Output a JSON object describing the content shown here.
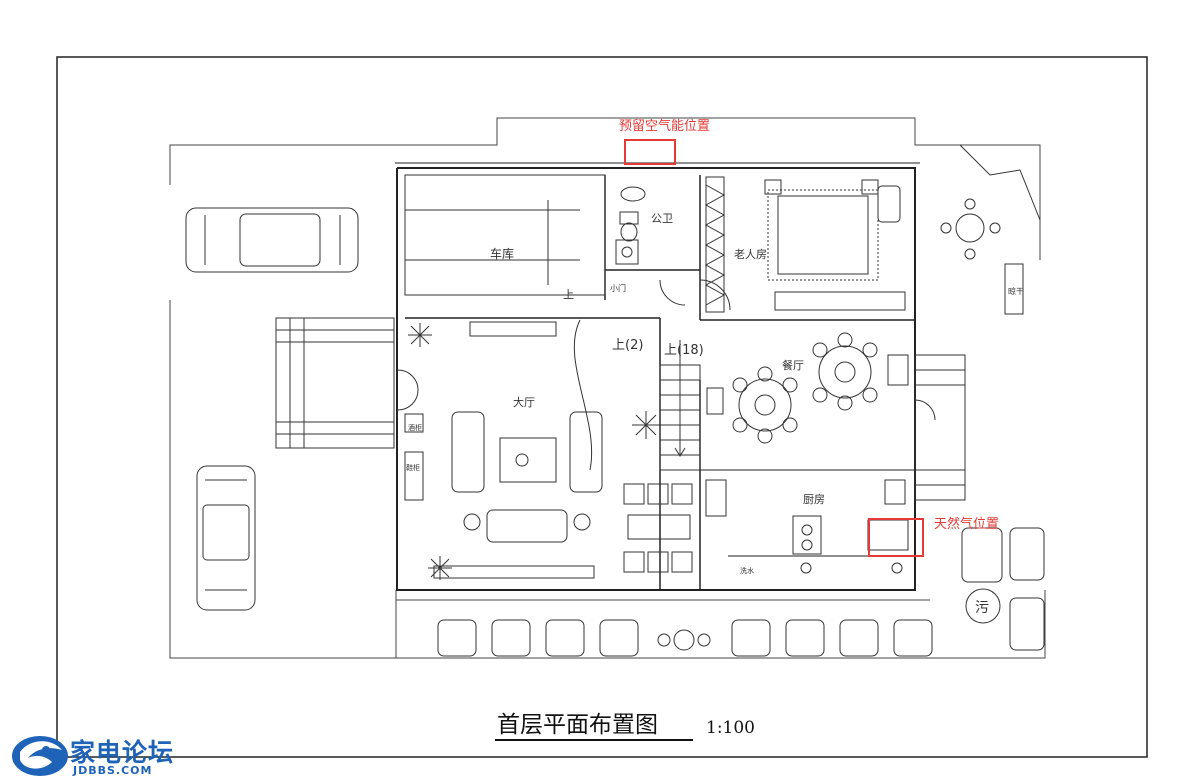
{
  "labels": {
    "garage": "车库",
    "guest_wc": "公卫",
    "elder_room": "老人房",
    "living_room": "大厅",
    "dining": "餐厅",
    "kitchen": "厨房",
    "stairs_up_2": "上(2)",
    "stairs_up_18": "上(18)",
    "stairs_up": "上",
    "small_door": "小门",
    "air_energy_note": "预留空气能位置",
    "gas_note": "天然气位置",
    "sink_label": "洗水",
    "cabinet_label": "酒柜",
    "shoe_label": "鞋柜",
    "dry_label": "晾干",
    "toilet_label": "污"
  },
  "title": {
    "main": "首层平面布置图",
    "scale": "1:100"
  },
  "watermark": {
    "brand": "家电论坛",
    "domain": "JDBBS.COM"
  },
  "colors": {
    "line": "#222222",
    "annotation": "#e53935",
    "brand": "#1e63b8"
  }
}
